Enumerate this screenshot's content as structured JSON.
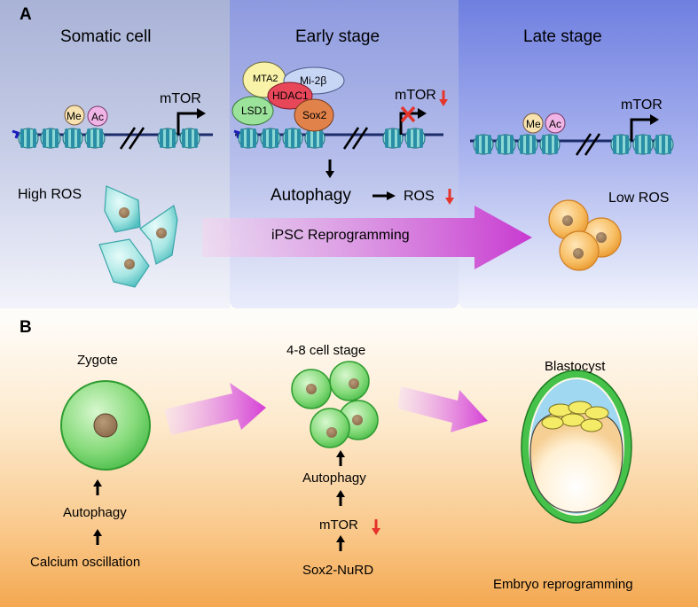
{
  "panel_a": {
    "label": "A",
    "somatic": {
      "title": "Somatic cell",
      "me": "Me",
      "ac": "Ac",
      "gene": "mTOR",
      "ros": "High ROS"
    },
    "early": {
      "title": "Early stage",
      "complex": {
        "mta2": "MTA2",
        "mi2b": "Mi-2β",
        "hdac1": "HDAC1",
        "lsd1": "LSD1",
        "sox2": "Sox2"
      },
      "gene": "mTOR",
      "autophagy": "Autophagy",
      "ros": "ROS"
    },
    "late": {
      "title": "Late stage",
      "me": "Me",
      "ac": "Ac",
      "gene": "mTOR",
      "ros": "Low ROS"
    },
    "arrow_label": "iPSC Reprogramming"
  },
  "panel_b": {
    "label": "B",
    "zygote": {
      "title": "Zygote",
      "autophagy": "Autophagy",
      "trigger": "Calcium oscillation"
    },
    "cell48": {
      "title": "4-8 cell stage",
      "autophagy": "Autophagy",
      "mtor": "mTOR",
      "trigger": "Sox2-NuRD"
    },
    "blastocyst": {
      "title": "Blastocyst"
    },
    "footer": "Embryo reprogramming"
  },
  "colors": {
    "down_arrow": "#e5342b",
    "x_mark": "#e5342b",
    "reprogramming_arrow": "#c83ad0",
    "nucleosome": "#3fb7c8",
    "cell_green": "#5fcf5a",
    "cell_orange": "#f2a03a"
  }
}
